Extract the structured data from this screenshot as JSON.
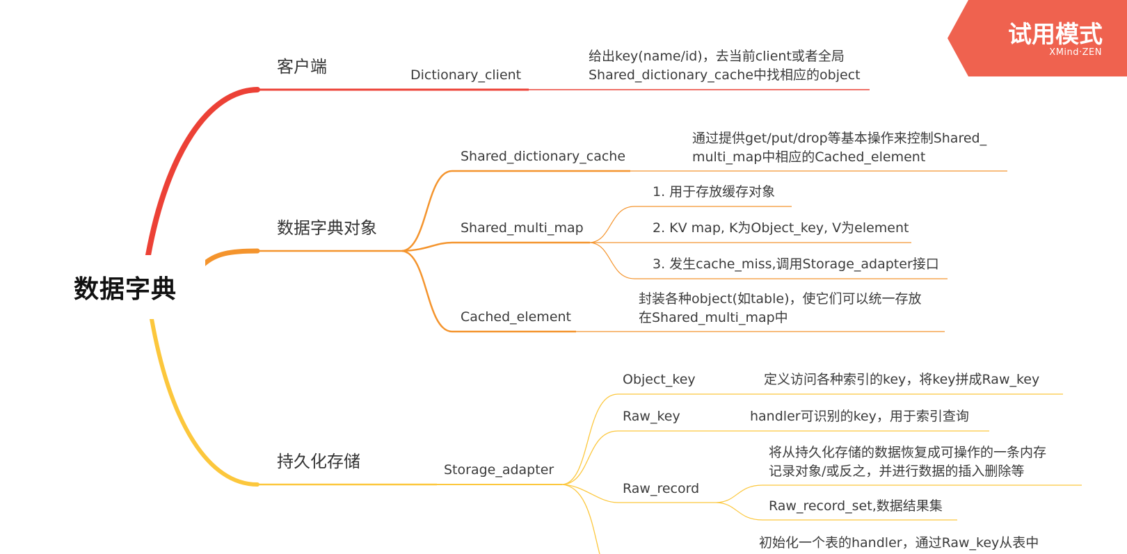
{
  "root": {
    "title": "数据字典"
  },
  "trial": {
    "label": "试用模式",
    "brand": "XMind·ZEN"
  },
  "colors": {
    "client": "#ec4136",
    "object": "#f4942d",
    "storage": "#fcc73c",
    "banner": "#ef624f"
  },
  "branches": {
    "client": {
      "label": "客户端",
      "dictionary_client": {
        "label": "Dictionary_client",
        "desc": "给出key(name/id)，去当前client或者全局\nShared_dictionary_cache中找相应的object"
      }
    },
    "object": {
      "label": "数据字典对象",
      "shared_cache": {
        "label": "Shared_dictionary_cache",
        "desc": "通过提供get/put/drop等基本操作来控制Shared_\nmulti_map中相应的Cached_element"
      },
      "shared_multi_map": {
        "label": "Shared_multi_map",
        "items": [
          "1. 用于存放缓存对象",
          "2. KV map, K为Object_key, V为element",
          "3. 发生cache_miss,调用Storage_adapter接口"
        ]
      },
      "cached_element": {
        "label": "Cached_element",
        "desc": "封装各种object(如table)，使它们可以统一存放\n在Shared_multi_map中"
      }
    },
    "storage": {
      "label": "持久化存储",
      "adapter": {
        "label": "Storage_adapter",
        "object_key": {
          "label": "Object_key",
          "desc": "定义访问各种索引的key，将key拼成Raw_key"
        },
        "raw_key": {
          "label": "Raw_key",
          "desc": "handler可识别的key，用于索引查询"
        },
        "raw_record": {
          "label": "Raw_record",
          "items": [
            "将从持久化存储的数据恢复成可操作的一条内存\n记录对象/或反之，并进行数据的插入删除等",
            "Raw_record_set,数据结果集"
          ]
        },
        "partial": "初始化一个表的handler，通过Raw_key从表中"
      }
    }
  }
}
